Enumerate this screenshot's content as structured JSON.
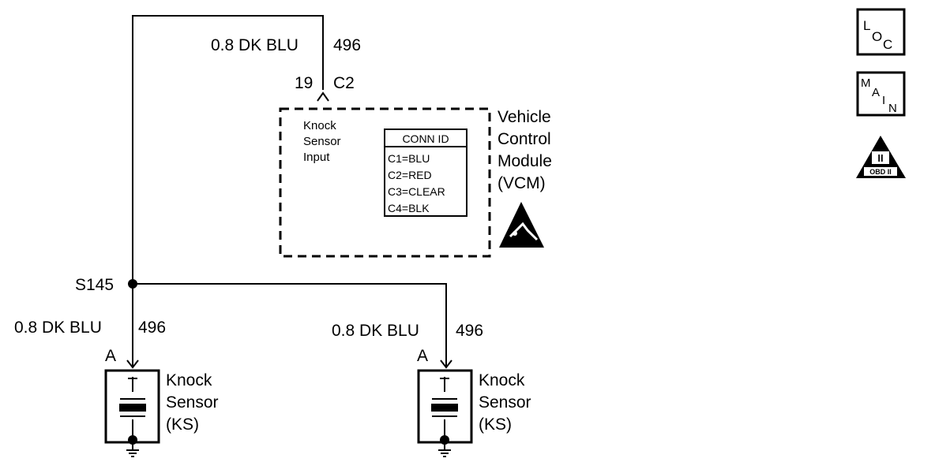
{
  "top_wire": {
    "gauge_color": "0.8 DK BLU",
    "circuit": "496"
  },
  "vcm_connector": {
    "pin": "19",
    "connector": "C2"
  },
  "vcm": {
    "function": [
      "Knock",
      "Sensor",
      "Input"
    ],
    "name": [
      "Vehicle",
      "Control",
      "Module",
      "(VCM)"
    ]
  },
  "conn_id": {
    "title": "CONN ID",
    "rows": [
      "C1=BLU",
      "C2=RED",
      "C3=CLEAR",
      "C4=BLK"
    ]
  },
  "splice": {
    "label": "S145"
  },
  "sensor_left": {
    "gauge_color": "0.8 DK BLU",
    "circuit": "496",
    "pin": "A",
    "name": [
      "Knock",
      "Sensor",
      "(KS)"
    ]
  },
  "sensor_right": {
    "gauge_color": "0.8 DK BLU",
    "circuit": "496",
    "pin": "A",
    "name": [
      "Knock",
      "Sensor",
      "(KS)"
    ]
  },
  "icons": {
    "loc": {
      "letters": [
        "L",
        "O",
        "C"
      ]
    },
    "main": {
      "letters": [
        "M",
        "A",
        "I",
        "N"
      ]
    },
    "obd": {
      "numeral": "II",
      "text": "OBD II"
    },
    "esd": "esd-warning-icon"
  }
}
